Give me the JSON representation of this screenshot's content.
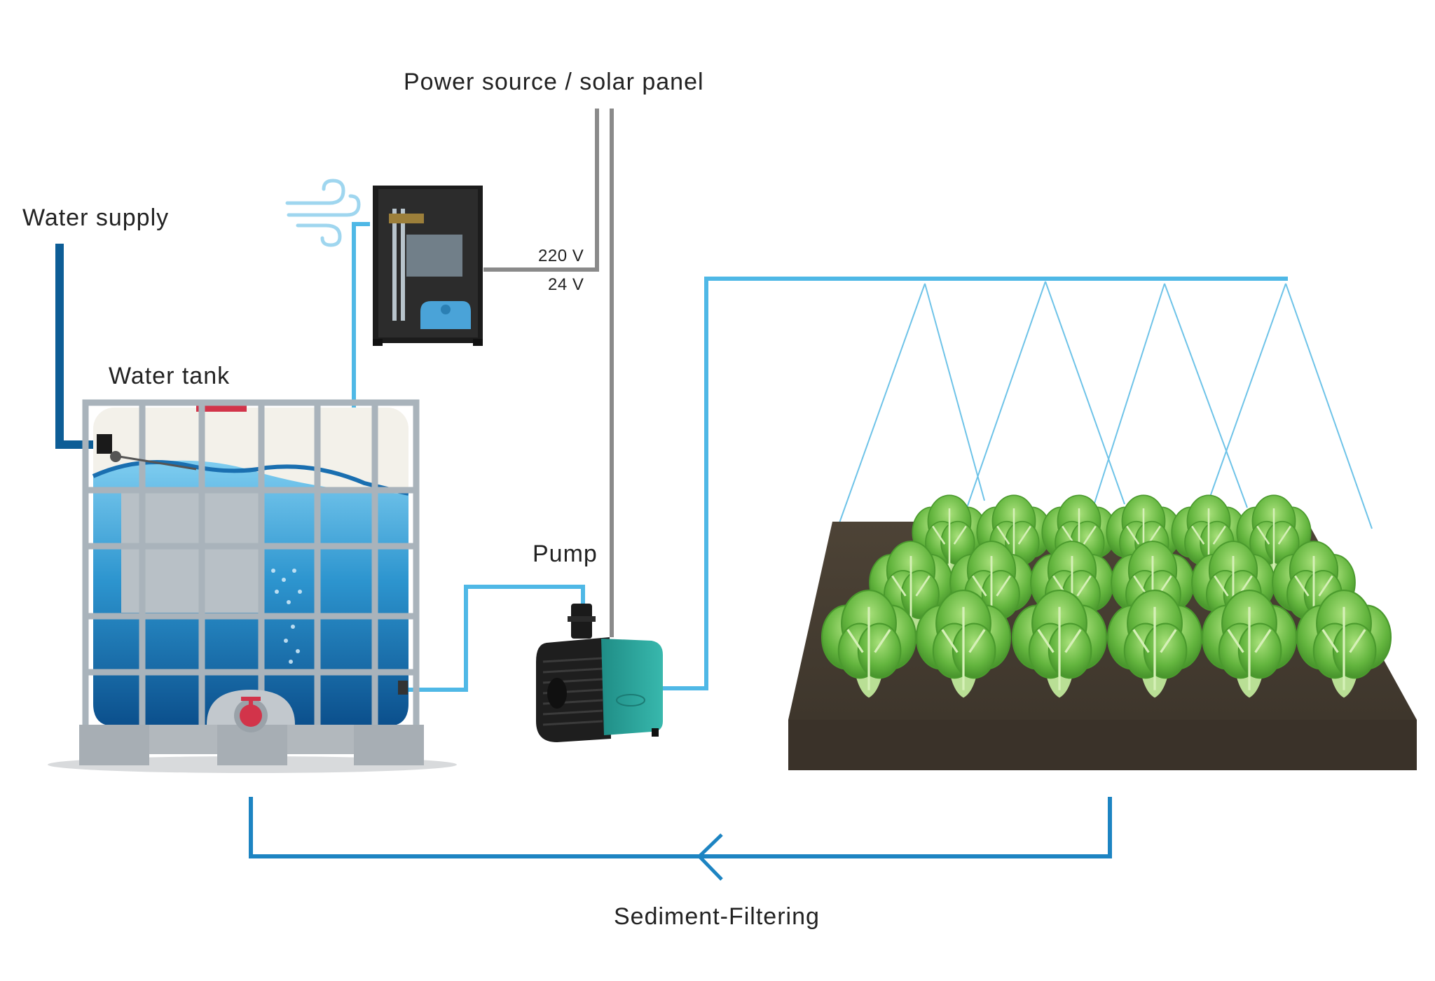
{
  "labels": {
    "power_source": "Power source / solar panel",
    "water_supply": "Water supply",
    "water_tank": "Water tank",
    "pump": "Pump",
    "voltage_high": "220 V",
    "voltage_low": "24 V",
    "sediment_filtering": "Sediment-Filtering"
  },
  "colors": {
    "supply_pipe": "#0d5d96",
    "feed_pipe": "#4fb8e6",
    "return_pipe": "#1d84c2",
    "power_cable": "#8a8a8a",
    "soil": "#433a2f",
    "lettuce": "#6fc24a",
    "pump_body": "#2aa39a"
  },
  "icons": [
    "wind-icon",
    "oxygen-box-icon",
    "valve-icon",
    "float-switch-icon",
    "flow-arrow-icon",
    "lettuce-icon"
  ]
}
